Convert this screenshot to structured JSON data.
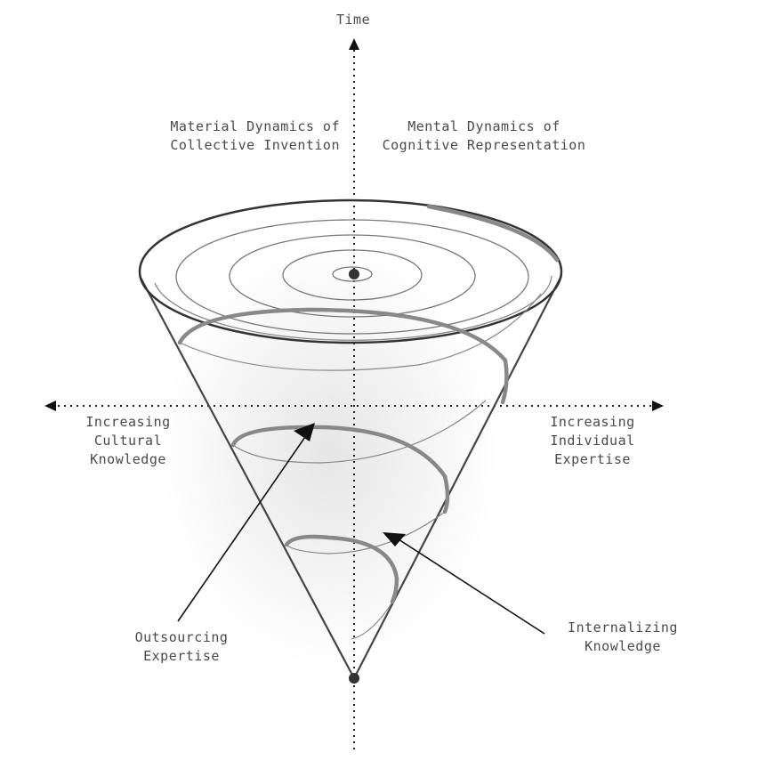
{
  "axes": {
    "vertical": "Time"
  },
  "quadrants": {
    "left": [
      "Material Dynamics of",
      "Collective Invention"
    ],
    "right": [
      "Mental Dynamics of",
      "Cognitive Representation"
    ]
  },
  "horizontal_axis": {
    "left": [
      "Increasing",
      "Cultural",
      "Knowledge"
    ],
    "right": [
      "Increasing",
      "Individual",
      "Expertise"
    ]
  },
  "arrows": {
    "outsourcing": [
      "Outsourcing",
      "Expertise"
    ],
    "internalizing": [
      "Internalizing",
      "Knowledge"
    ]
  }
}
